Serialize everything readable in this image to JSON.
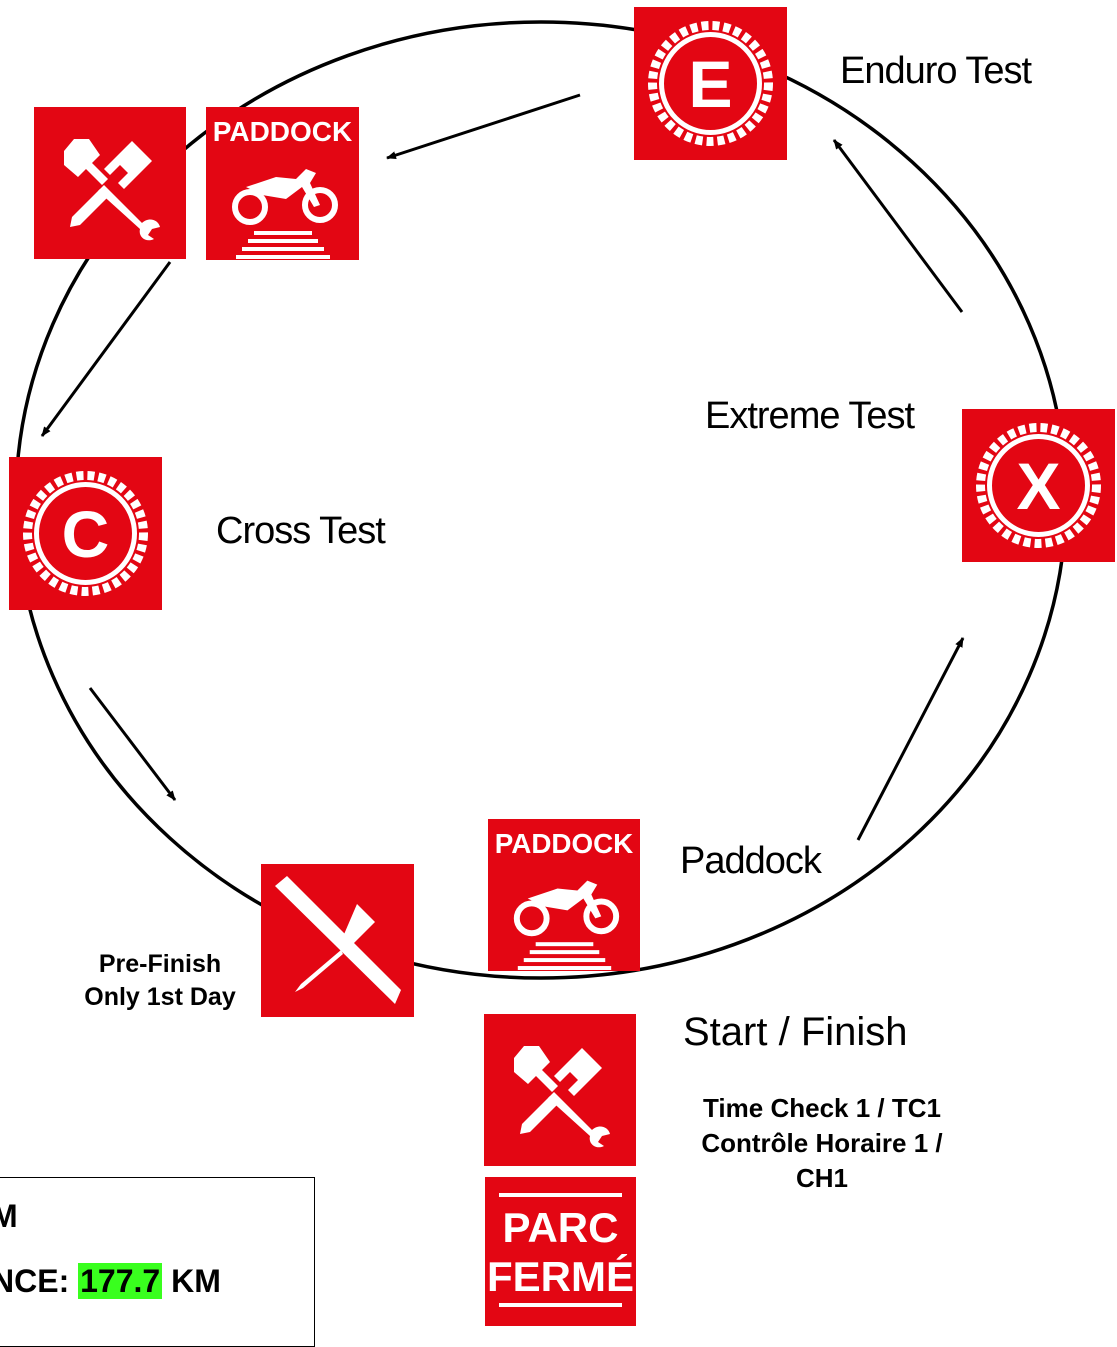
{
  "labels": {
    "enduro": "Enduro Test",
    "extreme": "Extreme Test",
    "cross": "Cross Test",
    "paddock": "Paddock",
    "start_finish": "Start / Finish",
    "time_check": "Time Check 1 / TC1 Contrôle Horaire 1 / CH1",
    "pre_finish": "Pre-Finish Only 1st Day"
  },
  "icons": {
    "enduro_letter": "E",
    "extreme_letter": "X",
    "cross_letter": "C",
    "paddock_text": "PADDOCK",
    "parc_line1": "PARC",
    "parc_line2": "FERMÉ",
    "names": [
      "enduro-test-icon",
      "extreme-test-icon",
      "cross-test-icon",
      "paddock-icon",
      "service-tools-icon",
      "parc-ferme-icon"
    ]
  },
  "infobox": {
    "line1": "M",
    "line2_prefix": "NCE: ",
    "distance": "177.7",
    "line2_suffix": " KM"
  },
  "colors": {
    "tile_red": "#e30613",
    "highlight_green": "#39ff1e"
  }
}
